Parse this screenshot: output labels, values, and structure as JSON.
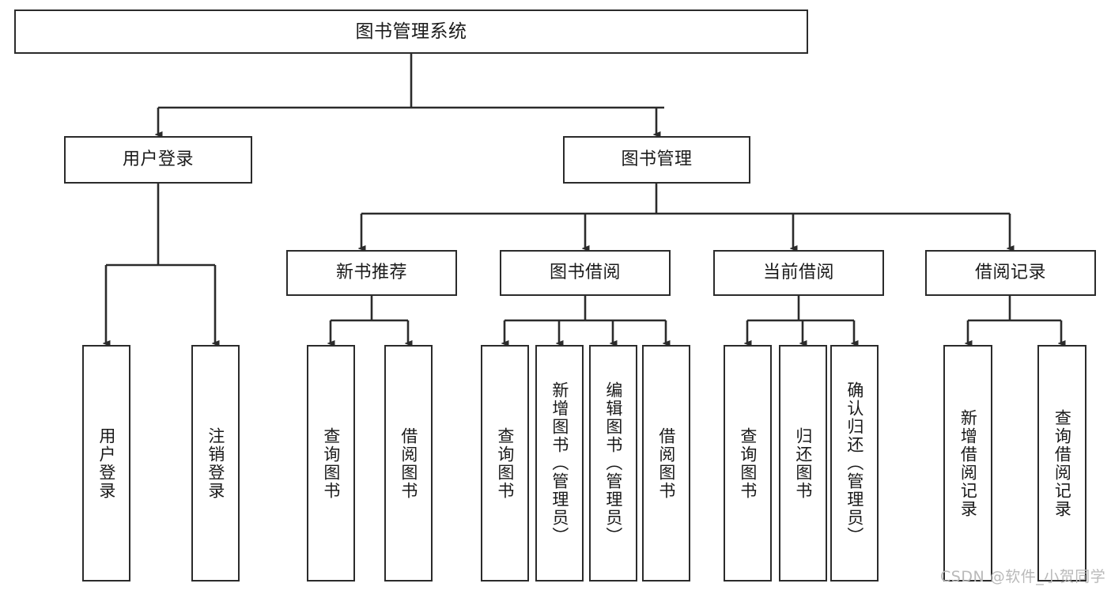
{
  "diagram": {
    "type": "hierarchy-tree",
    "title": "图书管理系统",
    "watermark": "CSDN @软件_小贺同学",
    "colors": {
      "stroke": "#2b2b2b",
      "fill": "#ffffff",
      "text": "#1a1a1a",
      "watermark": "#b9b9b9"
    },
    "nodes": {
      "root": "图书管理系统",
      "level1": [
        {
          "id": "user-login",
          "label": "用户登录"
        },
        {
          "id": "book-manage",
          "label": "图书管理"
        }
      ],
      "level2": [
        {
          "id": "new-book-rec",
          "label": "新书推荐"
        },
        {
          "id": "book-borrow",
          "label": "图书借阅"
        },
        {
          "id": "current-borrow",
          "label": "当前借阅"
        },
        {
          "id": "borrow-record",
          "label": "借阅记录"
        }
      ],
      "leaves": [
        {
          "id": "leaf-user-login",
          "label": "用户登录",
          "parent": "user-login"
        },
        {
          "id": "leaf-logout",
          "label": "注销登录",
          "parent": "user-login"
        },
        {
          "id": "leaf-query-book-1",
          "label": "查询图书",
          "parent": "new-book-rec"
        },
        {
          "id": "leaf-borrow-book-1",
          "label": "借阅图书",
          "parent": "new-book-rec"
        },
        {
          "id": "leaf-query-book-2",
          "label": "查询图书",
          "parent": "book-borrow"
        },
        {
          "id": "leaf-add-book",
          "label": "新增图书（管理员）",
          "parent": "book-borrow"
        },
        {
          "id": "leaf-edit-book",
          "label": "编辑图书（管理员）",
          "parent": "book-borrow"
        },
        {
          "id": "leaf-borrow-book-2",
          "label": "借阅图书",
          "parent": "book-borrow"
        },
        {
          "id": "leaf-query-book-3",
          "label": "查询图书",
          "parent": "current-borrow"
        },
        {
          "id": "leaf-return-book",
          "label": "归还图书",
          "parent": "current-borrow"
        },
        {
          "id": "leaf-confirm-return",
          "label": "确认归还（管理员）",
          "parent": "current-borrow"
        },
        {
          "id": "leaf-add-record",
          "label": "新增借阅记录",
          "parent": "borrow-record"
        },
        {
          "id": "leaf-query-record",
          "label": "查询借阅记录",
          "parent": "borrow-record"
        }
      ]
    }
  }
}
